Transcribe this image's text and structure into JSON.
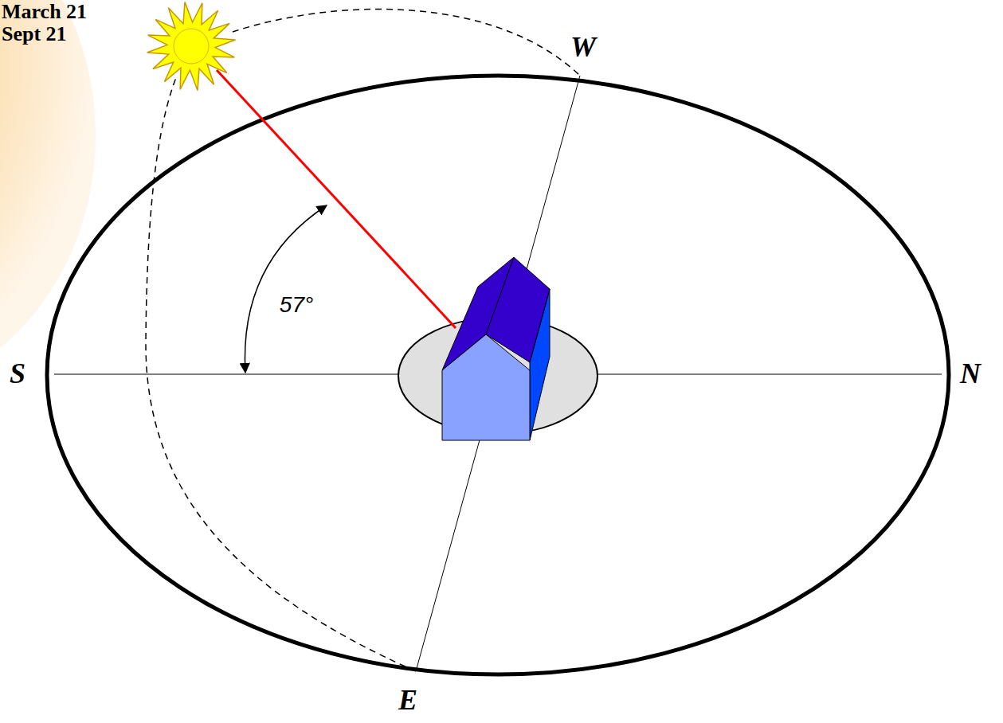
{
  "diagram": {
    "labels": [
      "March 21",
      "Sept 21",
      "W",
      "S",
      "N",
      "E",
      "57°"
    ]
  }
}
